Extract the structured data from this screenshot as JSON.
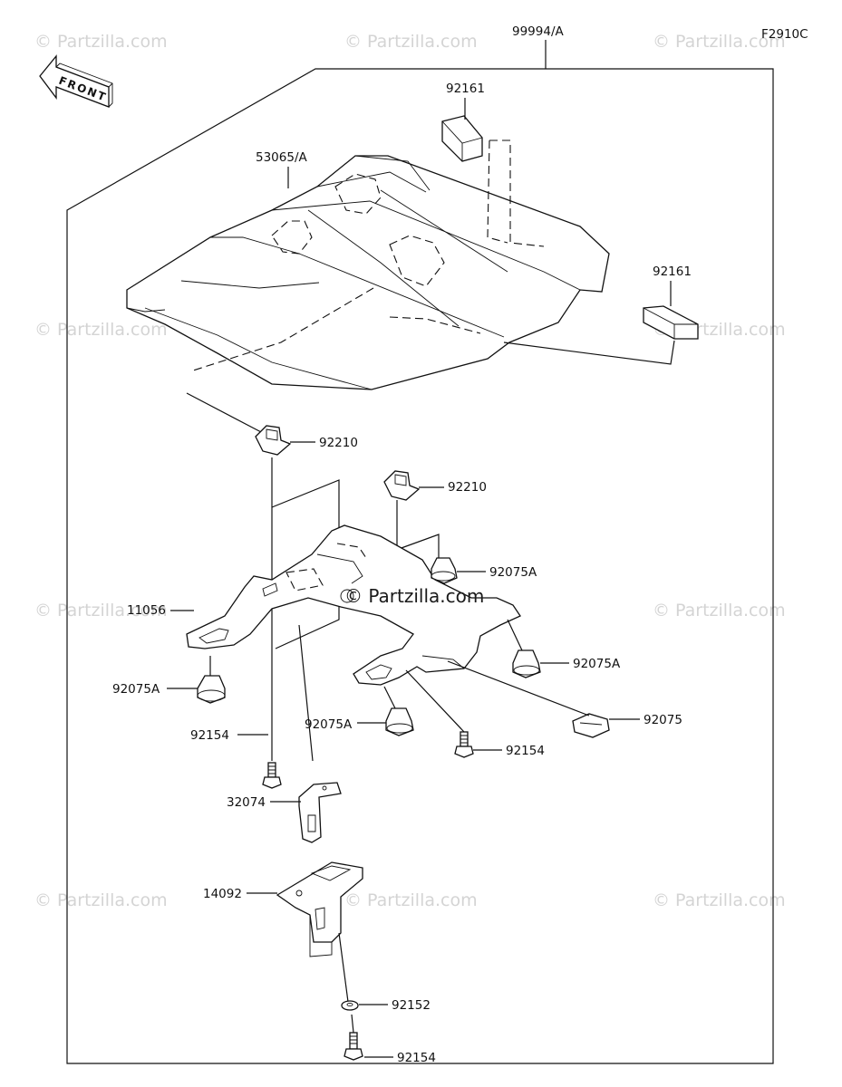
{
  "figure_code": "F2910C",
  "front_label": "FRONT",
  "watermark": {
    "text": "© Partzilla.com",
    "center_text": "© Partzilla.com"
  },
  "callouts": {
    "assembly": "99994/A",
    "seat_cover": "53065/A",
    "pad_top": "92161",
    "pad_right": "92161",
    "nut_left": "92210",
    "nut_right": "92210",
    "bracket": "11056",
    "damper_right_upper": "92075A",
    "damper_left": "92075A",
    "damper_right_lower": "92075A",
    "damper_center": "92075A",
    "damper_small": "92075",
    "bolt_left": "92154",
    "bolt_right": "92154",
    "stay": "32074",
    "holder": "14092",
    "washer": "92152",
    "bolt_bottom": "92154"
  }
}
